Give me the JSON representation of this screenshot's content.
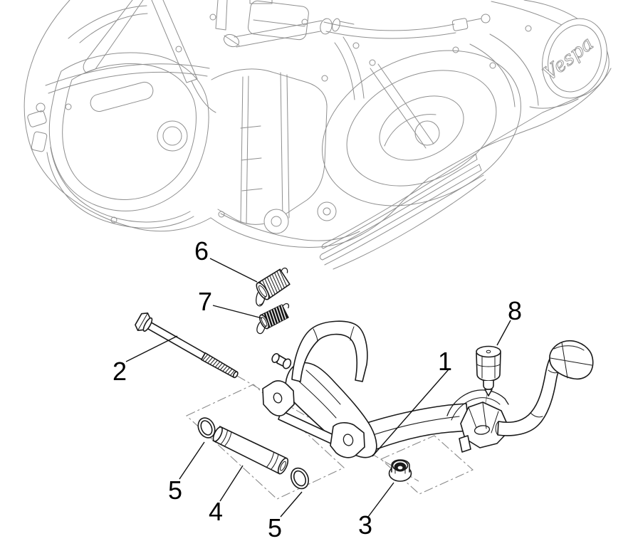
{
  "diagram": {
    "logo_text": "Vespa",
    "background_color": "#ffffff",
    "engine_line_color": "#8f8f8f",
    "part_line_color": "#1a1a1a",
    "label_color": "#000000",
    "callouts": [
      {
        "label": "1"
      },
      {
        "label": "2"
      },
      {
        "label": "3"
      },
      {
        "label": "4"
      },
      {
        "label": "5"
      },
      {
        "label": "5"
      },
      {
        "label": "6"
      },
      {
        "label": "7"
      },
      {
        "label": "8"
      }
    ]
  }
}
